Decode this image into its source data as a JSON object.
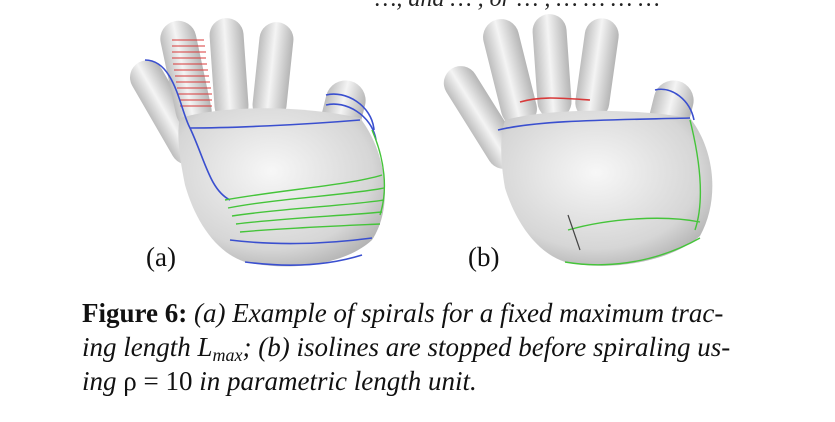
{
  "top_cut_text": "…, and … , or …  , … … …  …",
  "panels": [
    {
      "label": "(a)",
      "image_desc": "hand-mesh-spirals"
    },
    {
      "label": "(b)",
      "image_desc": "hand-mesh-isolines-stopped"
    }
  ],
  "caption": {
    "figure_number": "Figure 6:",
    "part_a": "(a) Example of spirals for a fixed maximum trac-",
    "part_a2": "ing length L",
    "sub_max": "max",
    "part_a3": "; (b) isolines are stopped before spiraling us-",
    "part_b1": "ing ",
    "rho_eq": "ρ = 10",
    "part_b2": " in parametric length unit."
  },
  "colors": {
    "red": "#d83a3a",
    "blue": "#3a4fcf",
    "green": "#45c43a",
    "mesh": "#dcdcdc"
  }
}
